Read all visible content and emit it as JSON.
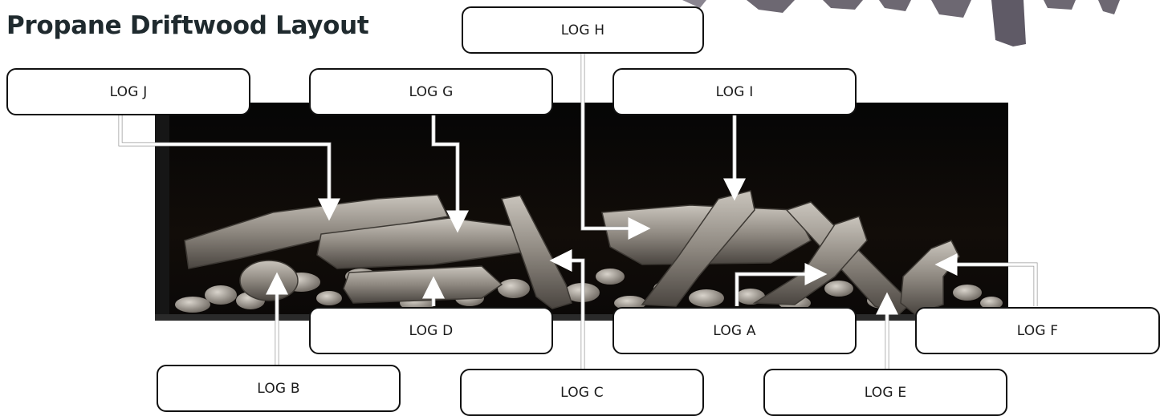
{
  "title": "Propane Driftwood Layout",
  "labels": {
    "log_a": "LOG A",
    "log_b": "LOG B",
    "log_c": "LOG C",
    "log_d": "LOG D",
    "log_e": "LOG E",
    "log_f": "LOG F",
    "log_g": "LOG G",
    "log_h": "LOG H",
    "log_i": "LOG I",
    "log_j": "LOG J"
  },
  "colors": {
    "arrow": "#ffffff",
    "arrow_shadow": "#8a8a8a",
    "firebox": "#080808",
    "log": "#8f8a84"
  }
}
